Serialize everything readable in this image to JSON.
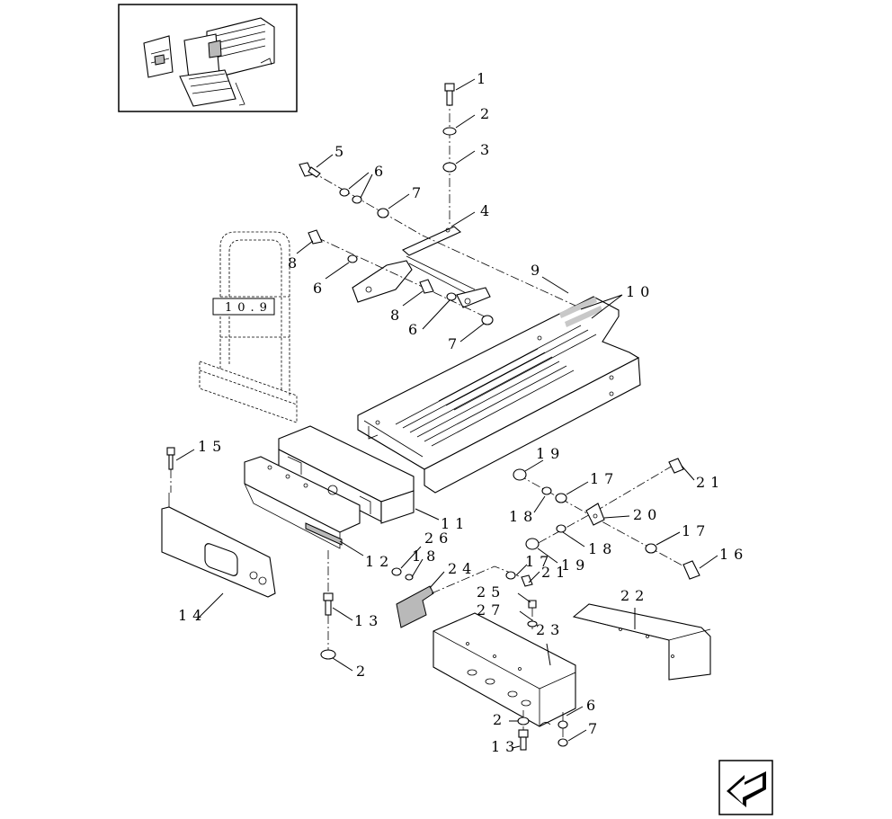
{
  "figure": {
    "reference_box": "10.9",
    "callouts": [
      {
        "id": "c1",
        "text": "1"
      },
      {
        "id": "c2",
        "text": "2"
      },
      {
        "id": "c3",
        "text": "3"
      },
      {
        "id": "c4",
        "text": "4"
      },
      {
        "id": "c5",
        "text": "5"
      },
      {
        "id": "c6a",
        "text": "6"
      },
      {
        "id": "c7a",
        "text": "7"
      },
      {
        "id": "c8a",
        "text": "8"
      },
      {
        "id": "c6b",
        "text": "6"
      },
      {
        "id": "c8b",
        "text": "8"
      },
      {
        "id": "c6c",
        "text": "6"
      },
      {
        "id": "c7b",
        "text": "7"
      },
      {
        "id": "c9",
        "text": "9"
      },
      {
        "id": "c10",
        "text": "10"
      },
      {
        "id": "c11",
        "text": "11"
      },
      {
        "id": "c12",
        "text": "12"
      },
      {
        "id": "c13a",
        "text": "13"
      },
      {
        "id": "c14",
        "text": "14"
      },
      {
        "id": "c15",
        "text": "15"
      },
      {
        "id": "c2b",
        "text": "2"
      },
      {
        "id": "c19a",
        "text": "19"
      },
      {
        "id": "c17a",
        "text": "17"
      },
      {
        "id": "c18a",
        "text": "18"
      },
      {
        "id": "c20",
        "text": "20"
      },
      {
        "id": "c21a",
        "text": "21"
      },
      {
        "id": "c17b",
        "text": "17"
      },
      {
        "id": "c16",
        "text": "16"
      },
      {
        "id": "c18b",
        "text": "18"
      },
      {
        "id": "c19b",
        "text": "19"
      },
      {
        "id": "c26",
        "text": "26"
      },
      {
        "id": "c18c",
        "text": "18"
      },
      {
        "id": "c24",
        "text": "24"
      },
      {
        "id": "c17c",
        "text": "17"
      },
      {
        "id": "c21b",
        "text": "21"
      },
      {
        "id": "c25",
        "text": "25"
      },
      {
        "id": "c27",
        "text": "27"
      },
      {
        "id": "c23",
        "text": "23"
      },
      {
        "id": "c22",
        "text": "22"
      },
      {
        "id": "c6d",
        "text": "6"
      },
      {
        "id": "c2c",
        "text": "2"
      },
      {
        "id": "c7c",
        "text": "7"
      },
      {
        "id": "c13b",
        "text": "13"
      }
    ]
  }
}
